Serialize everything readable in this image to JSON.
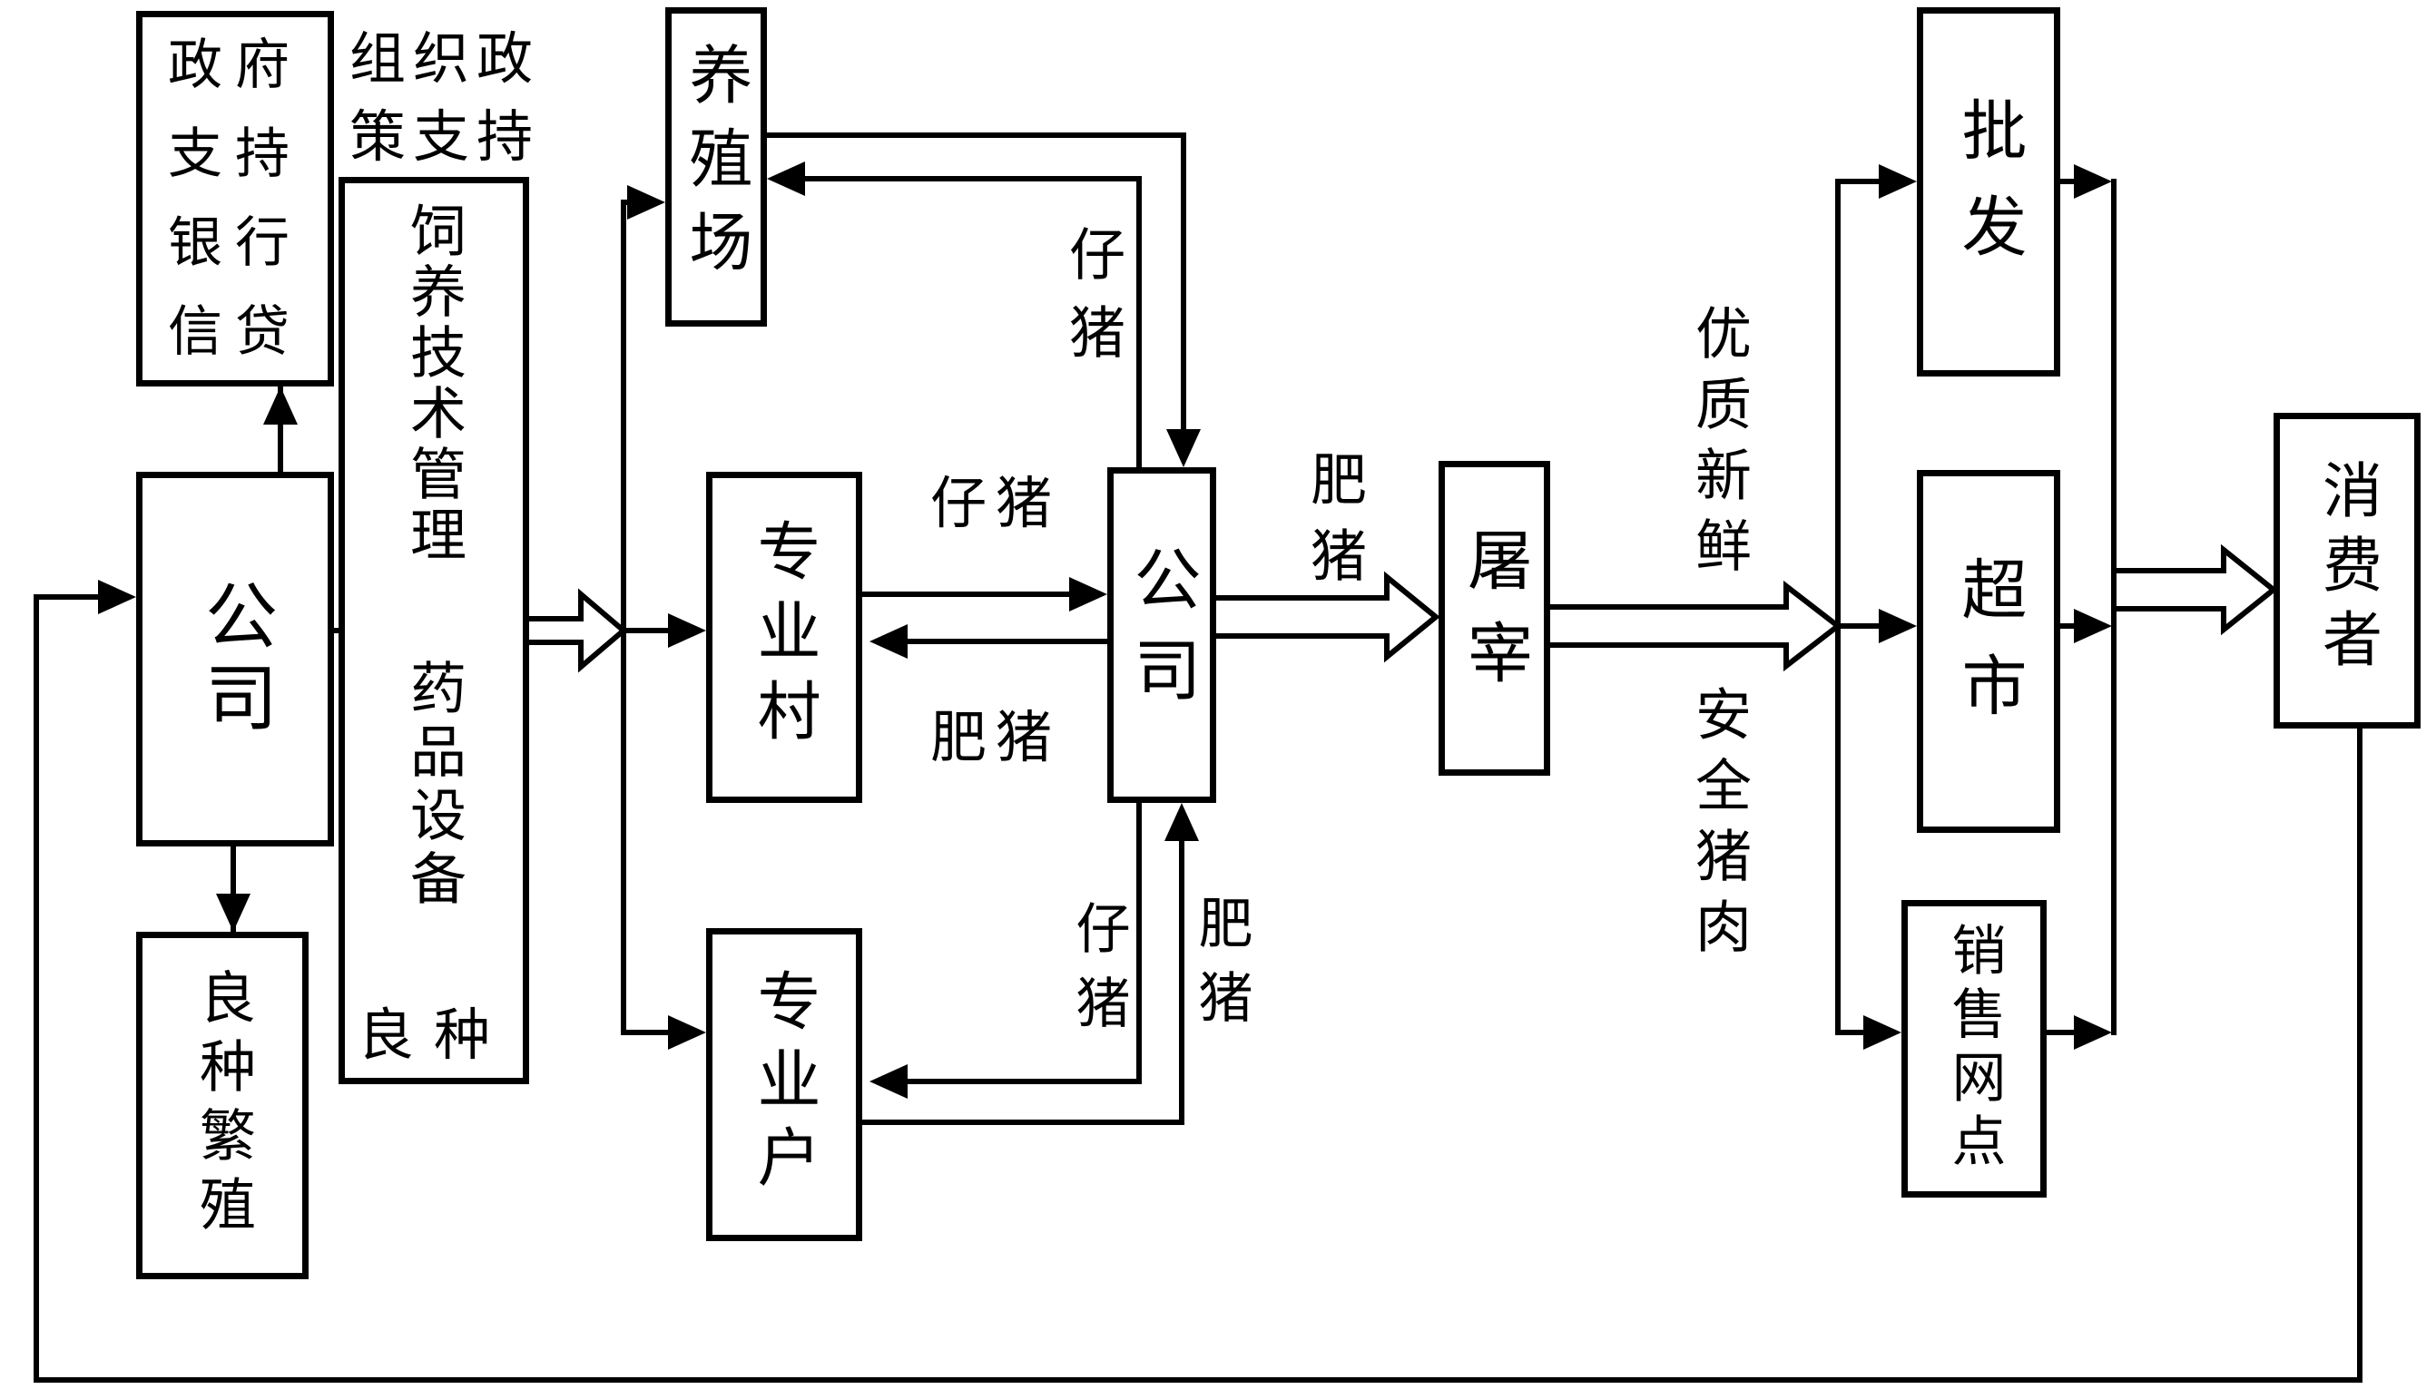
{
  "colors": {
    "background": "#ffffff",
    "line": "#000000"
  },
  "boxes": {
    "government": {
      "label": "政府\n支持\n银行\n信贷"
    },
    "supply": {
      "feeding": "饲养技术管理",
      "medicine": "药品设备",
      "seed": "良种"
    },
    "company_left": {
      "label": "公司"
    },
    "breeding": {
      "label": "良种繁殖"
    },
    "farm": {
      "label": "养殖场"
    },
    "village": {
      "label": "专业村"
    },
    "company_center": {
      "label": "公司"
    },
    "household": {
      "label": "专业户"
    },
    "slaughter": {
      "label": "屠宰"
    },
    "wholesale": {
      "label": "批发"
    },
    "supermarket": {
      "label": "超市"
    },
    "outlets": {
      "label": "销售网点"
    },
    "consumer": {
      "label": "消费者"
    }
  },
  "labels": {
    "org_policy": "组织政\n策支持",
    "piglet_farm": "仔猪",
    "piglet_village": "仔猪",
    "fat_pig_village": "肥猪",
    "piglet_household": "仔猪",
    "fat_pig_household": "肥猪",
    "fat_pig_slaughter": "肥猪",
    "quality_fresh": "优质新鲜",
    "safe_pork": "安全猪肉"
  }
}
